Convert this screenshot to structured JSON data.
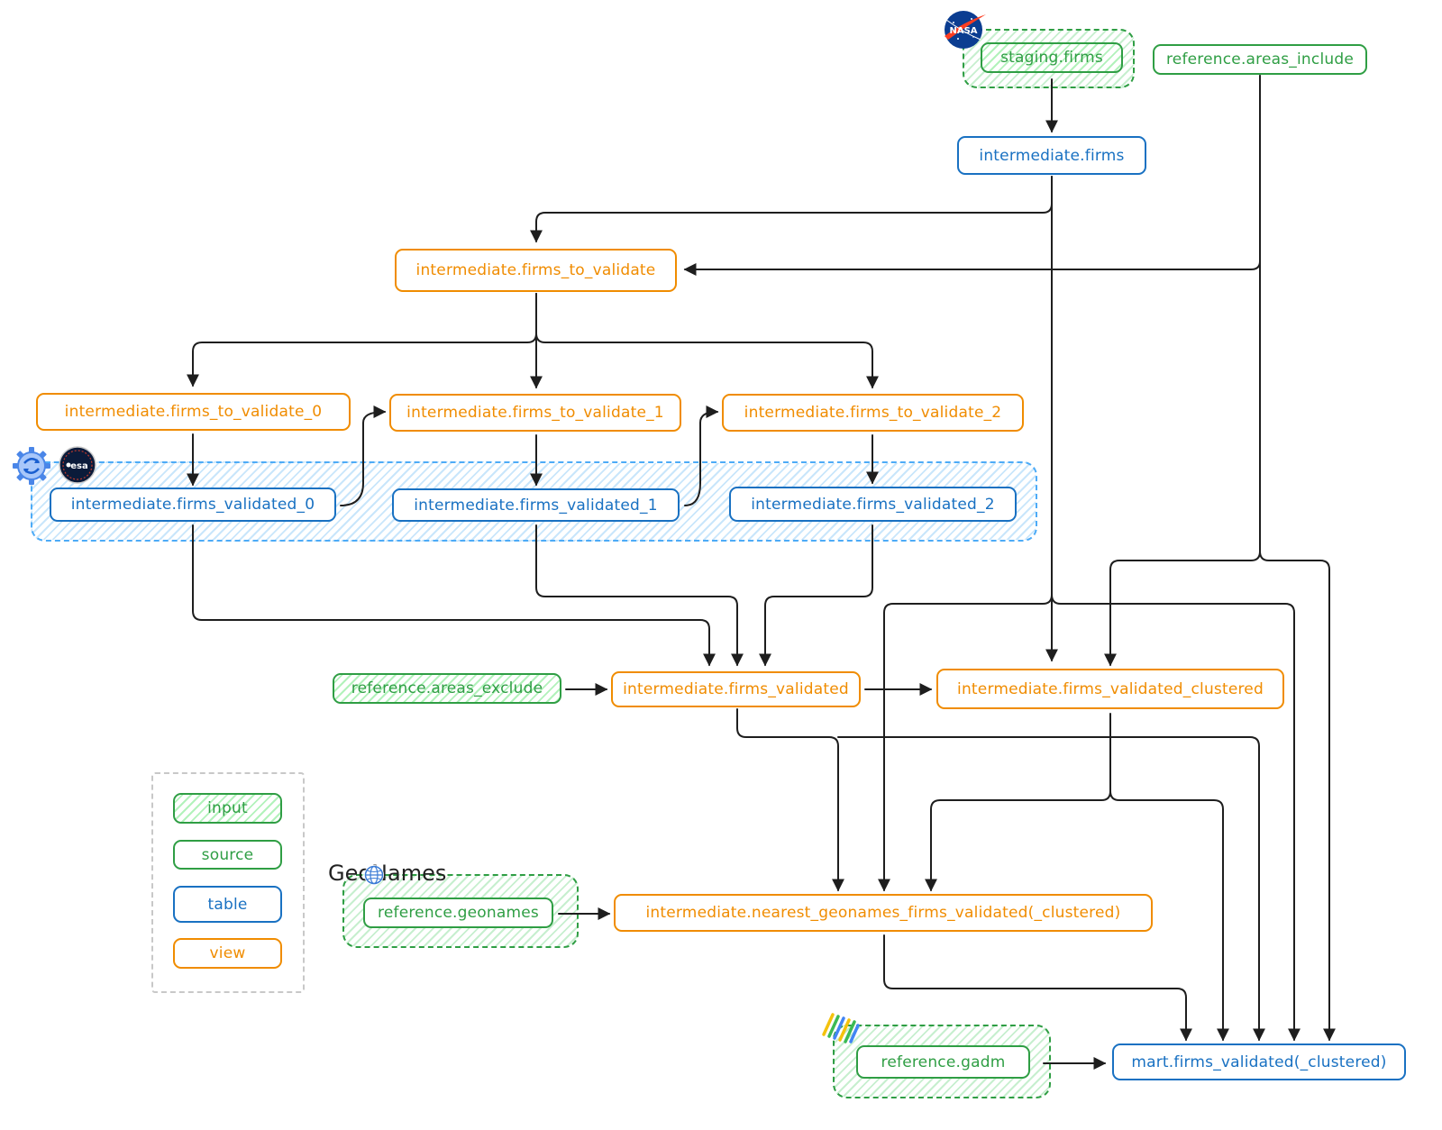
{
  "colors": {
    "source": "#2f9e44",
    "table": "#1971c2",
    "view": "#f08c00",
    "group_blue": "#4dabf7",
    "arrow": "#1e1e1e"
  },
  "nodes": {
    "staging_firms": "staging.firms",
    "reference_areas_include": "reference.areas_include",
    "intermediate_firms": "intermediate.firms",
    "firms_to_validate": "intermediate.firms_to_validate",
    "firms_to_validate_0": "intermediate.firms_to_validate_0",
    "firms_to_validate_1": "intermediate.firms_to_validate_1",
    "firms_to_validate_2": "intermediate.firms_to_validate_2",
    "firms_validated_0": "intermediate.firms_validated_0",
    "firms_validated_1": "intermediate.firms_validated_1",
    "firms_validated_2": "intermediate.firms_validated_2",
    "reference_areas_exclude": "reference.areas_exclude",
    "firms_validated": "intermediate.firms_validated",
    "firms_validated_clustered": "intermediate.firms_validated_clustered",
    "reference_geonames": "reference.geonames",
    "nearest_geonames": "intermediate.nearest_geonames_firms_validated(_clustered)",
    "reference_gadm": "reference.gadm",
    "mart_firms_validated": "mart.firms_validated(_clustered)"
  },
  "legend": {
    "input": "input",
    "source": "source",
    "table": "table",
    "view": "view"
  },
  "logos": {
    "nasa": "NASA",
    "esa": "esa",
    "geonames": "GeoNames"
  },
  "icons": [
    "nasa-logo-icon",
    "esa-logo-icon",
    "gear-sync-icon",
    "globe-icon",
    "gadm-logo-icon"
  ]
}
